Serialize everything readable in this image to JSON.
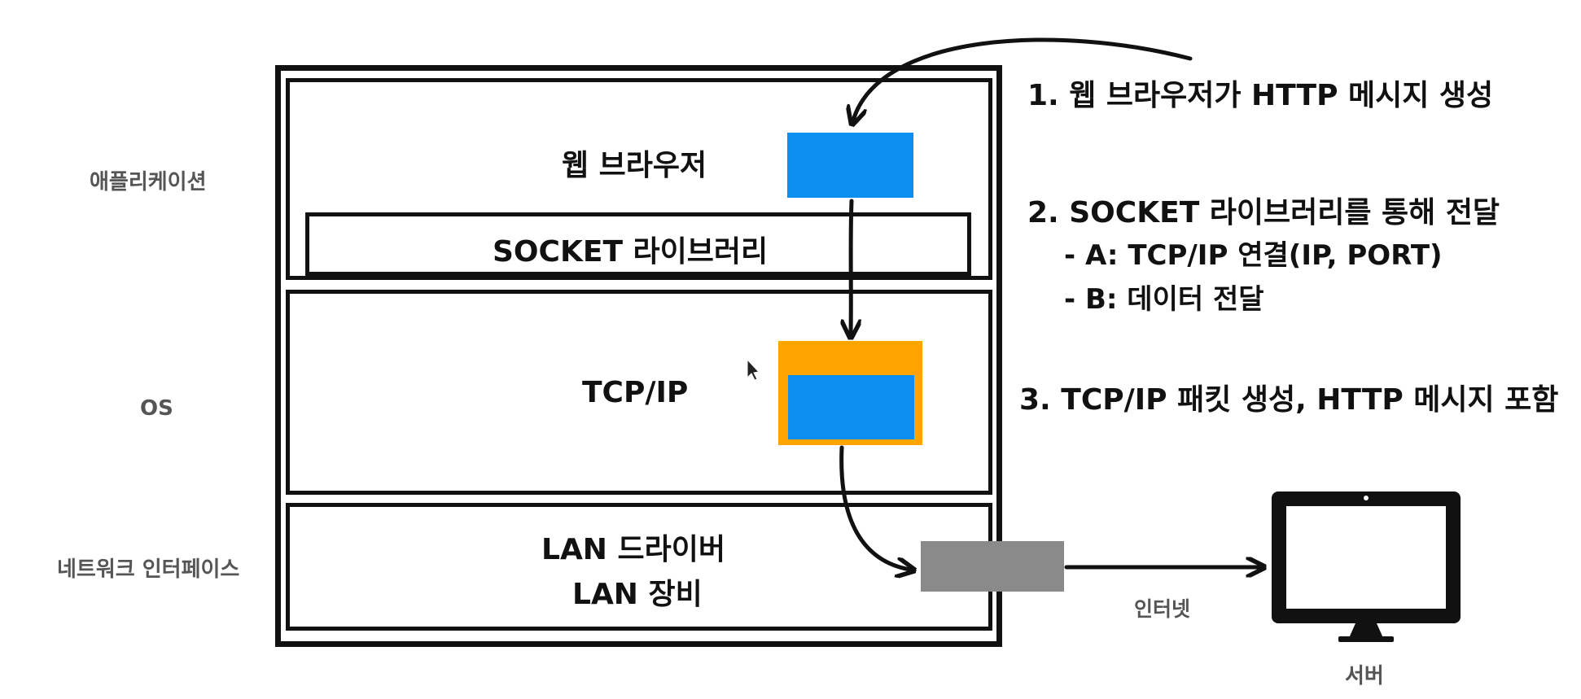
{
  "side_labels": {
    "application": "애플리케이션",
    "os": "OS",
    "network_interface": "네트워크 인터페이스"
  },
  "layers": {
    "browser": "웹 브라우저",
    "socket": "SOCKET 라이브러리",
    "tcpip": "TCP/IP",
    "lan_driver": "LAN 드라이버",
    "lan_device": "LAN 장비"
  },
  "steps": {
    "step1": "1. 웹 브라우저가 HTTP 메시지 생성",
    "step2": "2. SOCKET 라이브러리를 통해 전달",
    "step2a": "- A: TCP/IP 연결(IP, PORT)",
    "step2b": "- B: 데이터 전달",
    "step3": "3. TCP/IP 패킷 생성, HTTP 메시지 포함"
  },
  "network": {
    "internet_label": "인터넷",
    "server_label": "서버"
  },
  "colors": {
    "http_message": "#0a8ff0",
    "tcp_packet": "#ffa500",
    "lan_packet": "#8a8a8a",
    "border": "#111111"
  }
}
